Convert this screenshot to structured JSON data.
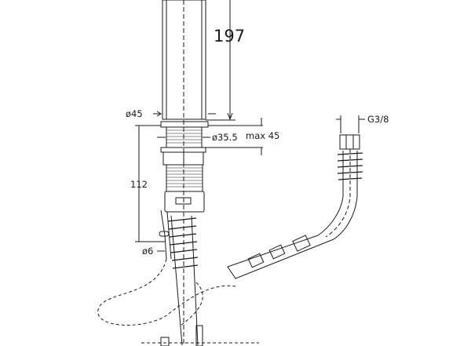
{
  "dimensions": {
    "height_above_deck": "197",
    "flange_diameter": "ø45",
    "thread_diameter": "ø35.5",
    "max_deck_thickness": "max 45",
    "height_below_deck": "112",
    "pullout_diameter": "ø6",
    "connection_thread": "G3/8"
  },
  "colors": {
    "line": "#1a1a1a",
    "background": "#ffffff"
  }
}
